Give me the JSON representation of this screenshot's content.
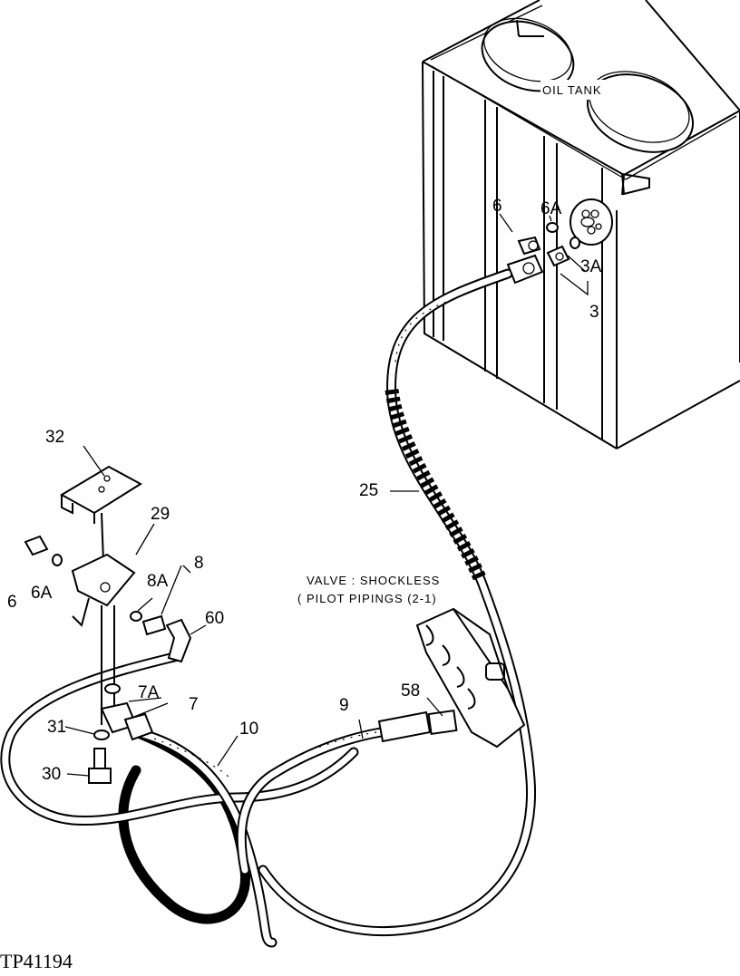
{
  "diagram": {
    "tank_label": "OIL TANK",
    "valve_label_line1": "VALVE : SHOCKLESS",
    "valve_label_line2": "( PILOT PIPINGS (2-1)",
    "figure_code": "TP41194",
    "callouts": {
      "c6_top": "6",
      "c6a_top": "6A",
      "c3a": "3A",
      "c3": "3",
      "c32": "32",
      "c29": "29",
      "c8": "8",
      "c8a": "8A",
      "c6_left": "6",
      "c6a_left": "6A",
      "c60": "60",
      "c7a": "7A",
      "c7": "7",
      "c31": "31",
      "c30": "30",
      "c25": "25",
      "c9": "9",
      "c58": "58",
      "c10": "10"
    }
  }
}
